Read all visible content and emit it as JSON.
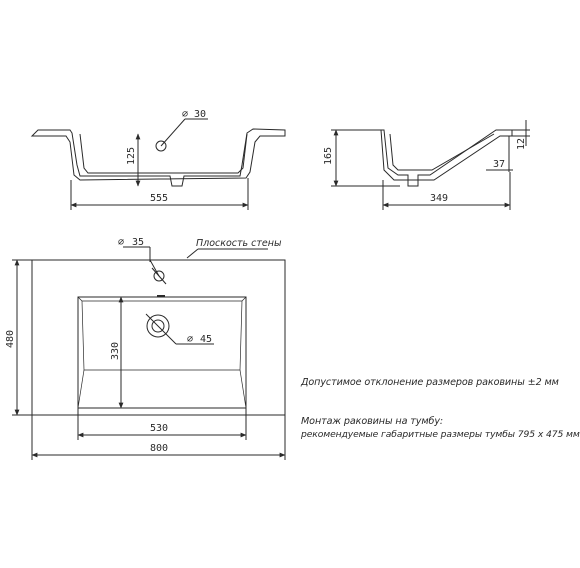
{
  "front_view": {
    "dim_width": "555",
    "dim_depth": "125",
    "dim_hole": "30"
  },
  "side_view": {
    "dim_height": "165",
    "dim_depth": "349",
    "dim_rim": "12",
    "dim_edge": "37"
  },
  "top_view": {
    "dim_overall_width": "800",
    "dim_overall_depth": "480",
    "dim_bowl_width": "530",
    "dim_bowl_depth": "330",
    "dim_tap_hole": "35",
    "dim_drain": "45",
    "wall_plane_label": "Плоскость стены"
  },
  "notes": {
    "tolerance": "Допустимое отклонение размеров раковины ±2 мм",
    "mount_line1": "Монтаж раковины на тумбу:",
    "mount_line2": "рекомендуемые габаритные размеры тумбы 795 х 475 мм"
  },
  "colors": {
    "line": "#2a2a2a"
  }
}
